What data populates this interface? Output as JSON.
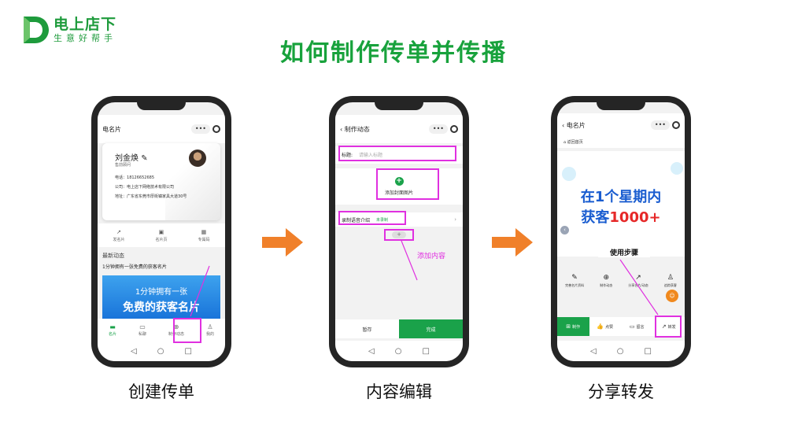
{
  "logo": {
    "name": "电上店下",
    "slogan": "生意好帮手",
    "color": "#1e9b3c"
  },
  "title": "如何制作传单并传播",
  "colors": {
    "accent": "#18a23c",
    "highlight": "#e030e0",
    "arrow": "#f0802a",
    "banner_blue": "#1670d8"
  },
  "phone1": {
    "nav_title": "电名片",
    "capsule_dots": "•••",
    "card": {
      "name": "刘金焕",
      "job_title": "售前顾问",
      "phone_label": "电话：",
      "phone": "18126652685",
      "company_label": "公司：",
      "company": "电上店下网络技术有限公司",
      "address_label": "地址：",
      "address": "广东省东莞市厚街镇家具大道30号"
    },
    "tools": [
      {
        "icon": "share-icon",
        "glyph": "↗",
        "label": "发名片"
      },
      {
        "icon": "image-icon",
        "glyph": "▣",
        "label": "名片页"
      },
      {
        "icon": "qrcode-icon",
        "glyph": "▦",
        "label": "专属码"
      }
    ],
    "feed_header": "最新动态",
    "feed_item": "1分钟拥有一张免费的获客名片",
    "banner_line1": "1分钟拥有一张",
    "banner_line2": "免费的获客名片",
    "tabs": [
      {
        "icon": "card-icon",
        "glyph": "▬",
        "label": "名片",
        "active": true
      },
      {
        "icon": "chat-icon",
        "glyph": "▭",
        "label": "私聊",
        "active": false
      },
      {
        "icon": "plus-circle-icon",
        "glyph": "⊕",
        "label": "制作动态",
        "active": false
      },
      {
        "icon": "user-icon",
        "glyph": "♙",
        "label": "我的",
        "active": false
      }
    ]
  },
  "phone2": {
    "nav_title": "制作动态",
    "title_label": "标题:",
    "title_placeholder": "请输入标题",
    "cover_label": "添加封面图片",
    "voice_label": "录制语音介绍",
    "voice_status": "未录制",
    "add_annotation": "添加内容",
    "save_label": "暂存",
    "done_label": "完成"
  },
  "phone3": {
    "nav_title": "电名片",
    "back_home": "返回首页",
    "promo_line1": "在1个星期内",
    "promo_line2a": "获客",
    "promo_line2b": "1000+",
    "steps_title": "使用步骤",
    "steps": [
      {
        "icon": "edit-icon",
        "glyph": "✎",
        "label": "完善名片资料"
      },
      {
        "icon": "plus-circle-icon",
        "glyph": "⊕",
        "label": "制作动态"
      },
      {
        "icon": "share-icon",
        "glyph": "↗",
        "label": "分享名片/动态"
      },
      {
        "icon": "user-icon",
        "glyph": "♙",
        "label": "追踪获客"
      }
    ],
    "bottom": [
      {
        "icon": "plus-square-icon",
        "glyph": "⊞",
        "label": "制作"
      },
      {
        "icon": "thumb-up-icon",
        "glyph": "👍",
        "label": "点赞"
      },
      {
        "icon": "comment-icon",
        "glyph": "▭",
        "label": "留言"
      },
      {
        "icon": "forward-icon",
        "glyph": "↗",
        "label": "转发"
      }
    ]
  },
  "captions": [
    "创建传单",
    "内容编辑",
    "分享转发"
  ],
  "android_nav": {
    "back": "◁",
    "home": "○",
    "recent": "□"
  }
}
